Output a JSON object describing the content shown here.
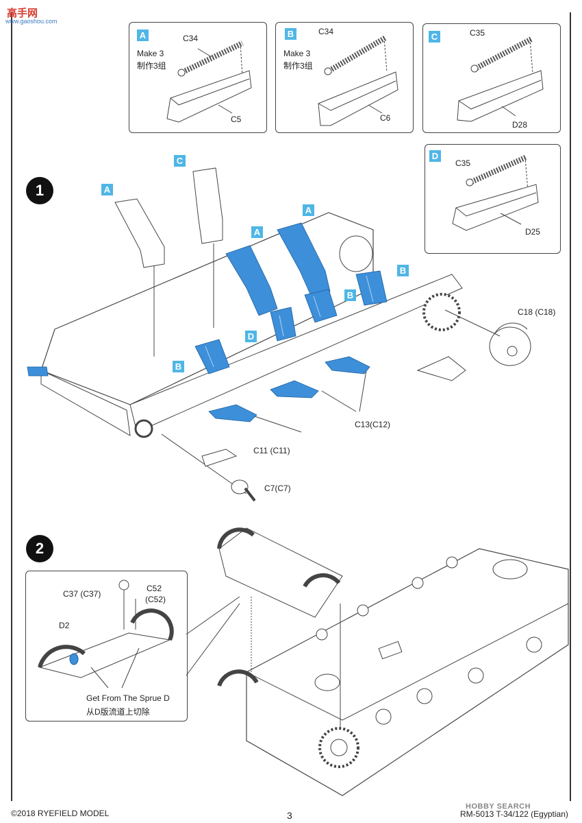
{
  "watermark": {
    "site_cn": "高手网",
    "site_url": "www.gaoshou.com"
  },
  "steps": [
    "1",
    "2"
  ],
  "sub_boxes": [
    {
      "tag": "A",
      "make": "Make 3",
      "make_cn": "制作3组",
      "spring": "C34",
      "base": "C5"
    },
    {
      "tag": "B",
      "make": "Make 3",
      "make_cn": "制作3组",
      "spring": "C34",
      "base": "C6"
    },
    {
      "tag": "C",
      "spring": "C35",
      "base": "D28"
    },
    {
      "tag": "D",
      "spring": "C35",
      "base": "D25"
    }
  ],
  "step1_tags": {
    "a_left": "A",
    "c_top": "C",
    "a_mid": "A",
    "a_right": "A",
    "b_left": "B",
    "d_mid": "D",
    "b_mid": "B",
    "b_right": "B"
  },
  "step1_labels": {
    "c18": "C18 (C18)",
    "c13": "C13(C12)",
    "c11": "C11 (C11)",
    "c7": "C7(C7)"
  },
  "step2_labels": {
    "c37": "C37 (C37)",
    "c52": "C52",
    "c52b": "(C52)",
    "d2": "D2",
    "sprue": "Get From The Sprue D",
    "sprue_cn": "从D版流道上切除"
  },
  "footer": {
    "copyright": "©2018 RYEFIELD MODEL",
    "page": "3",
    "hobby": "HOBBY SEARCH",
    "model": "RM-5013  T-34/122 (Egyptian)"
  },
  "colors": {
    "accent": "#4fb6e6",
    "highlight": "#3d8fd9"
  }
}
